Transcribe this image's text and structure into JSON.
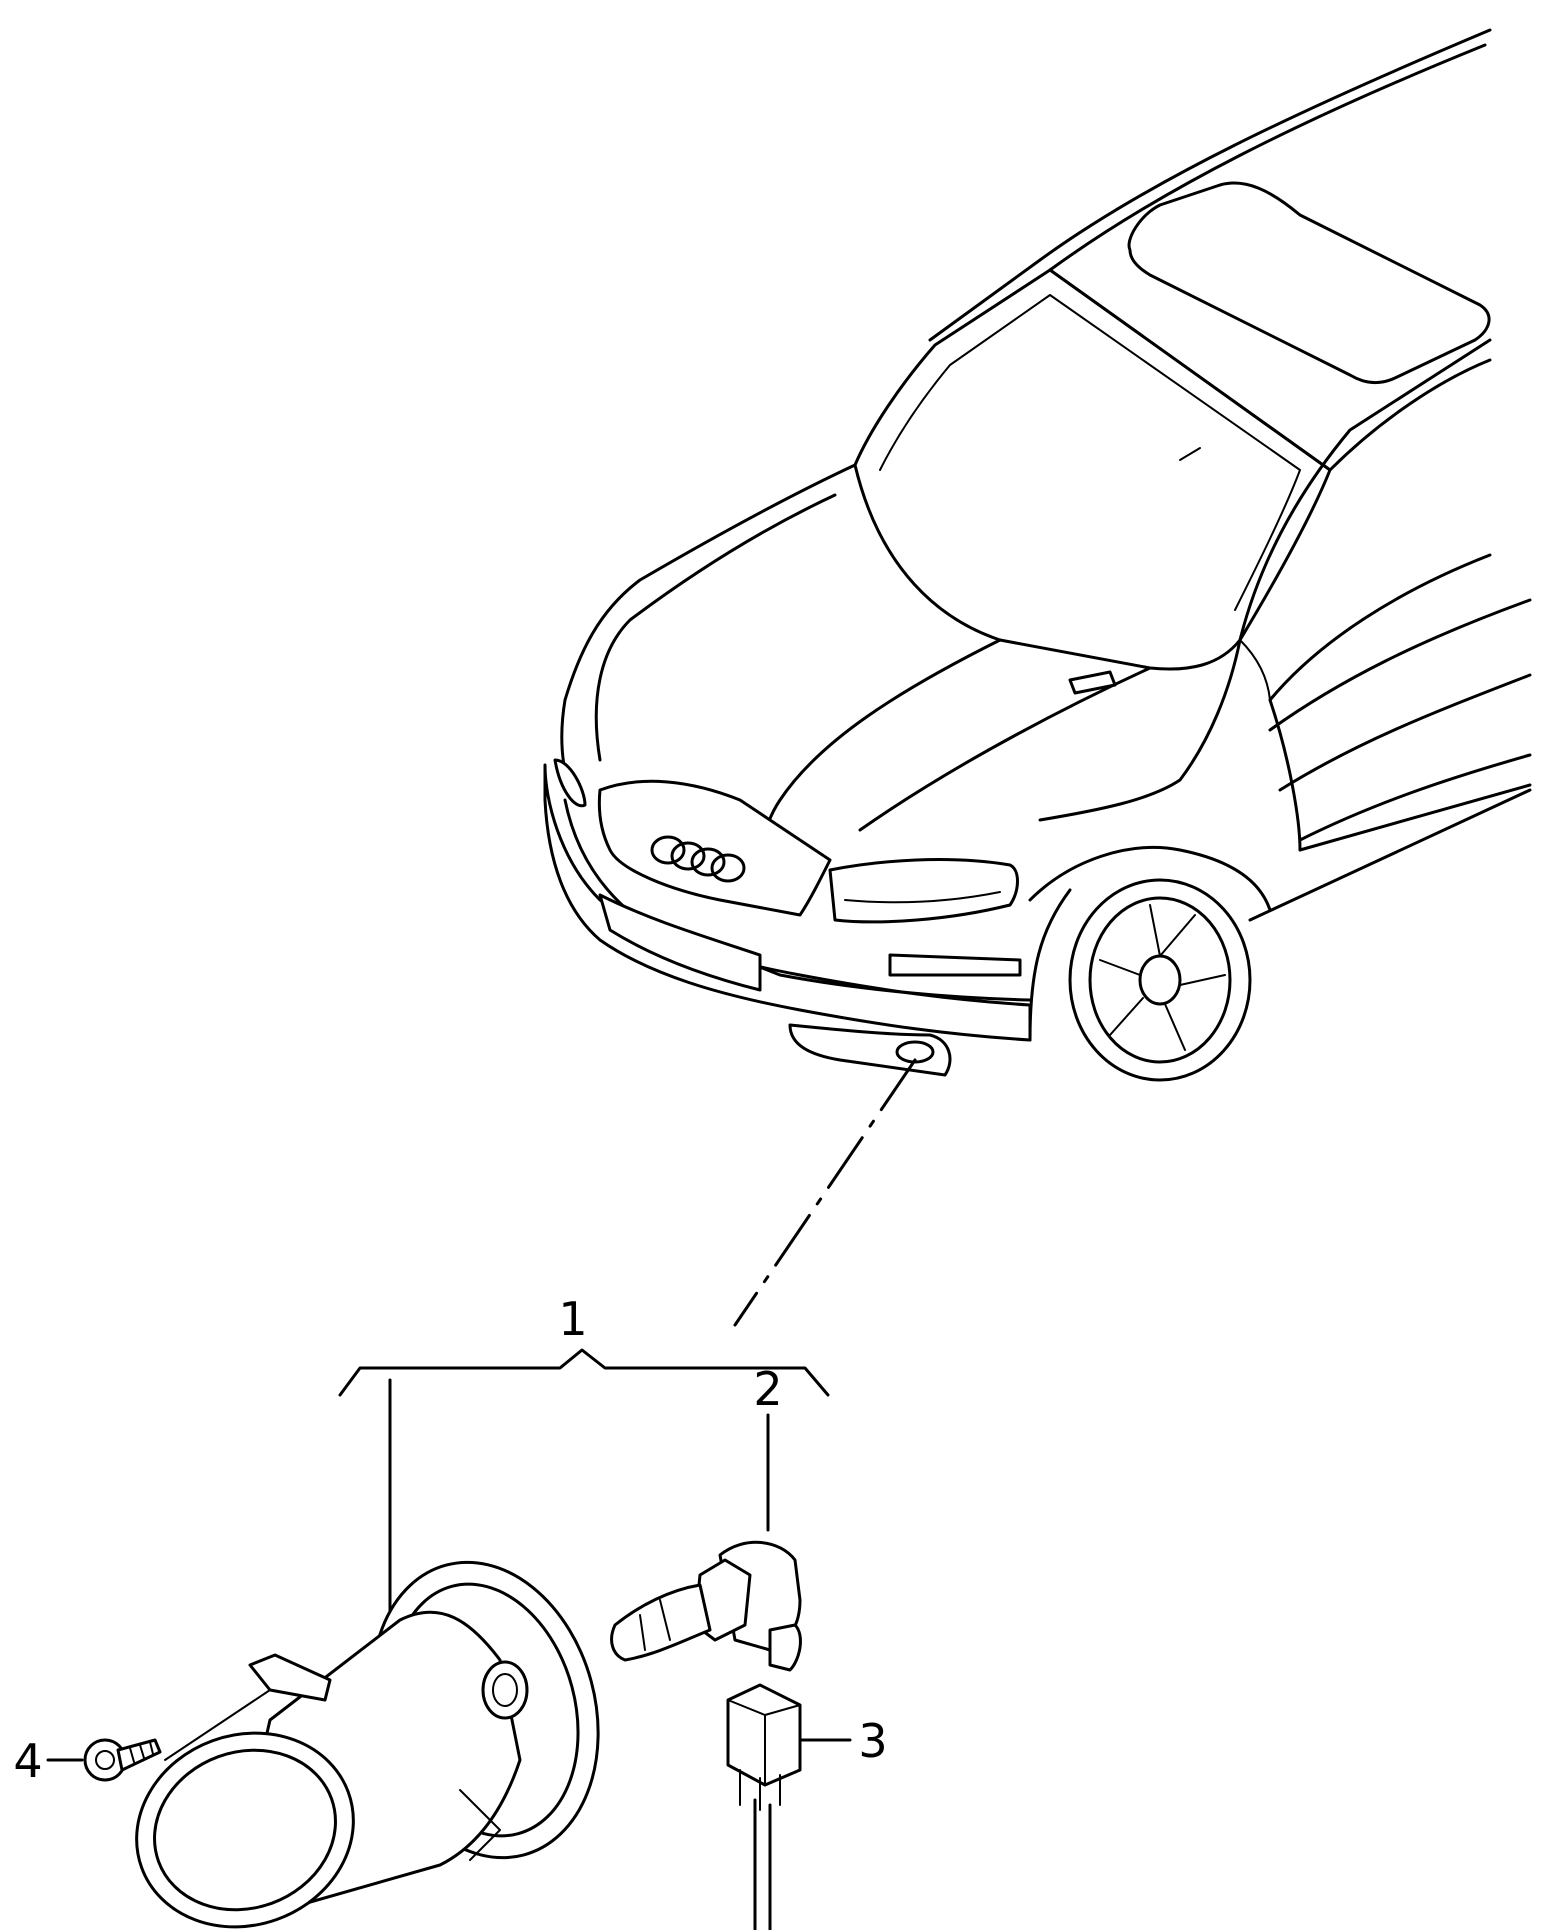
{
  "diagram": {
    "callouts": [
      {
        "id": "1",
        "text": "1"
      },
      {
        "id": "2",
        "text": "2"
      },
      {
        "id": "3",
        "text": "3"
      },
      {
        "id": "4",
        "text": "4"
      }
    ]
  },
  "colors": {
    "line": "#000000",
    "background": "#ffffff"
  }
}
